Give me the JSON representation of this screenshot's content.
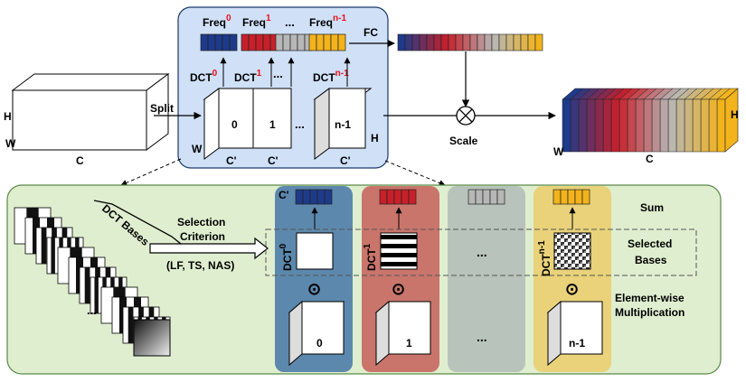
{
  "top": {
    "input_labels": {
      "height": "H",
      "width": "W",
      "channels": "C"
    },
    "split_label": "Split",
    "freq_labels": [
      {
        "base": "Freq",
        "sup": "0"
      },
      {
        "base": "Freq",
        "sup": "1"
      },
      {
        "base": "Freq",
        "sup": "n-1"
      }
    ],
    "freq_ellipsis": "...",
    "dct_labels": [
      {
        "base": "DCT",
        "sup": "0"
      },
      {
        "base": "DCT",
        "sup": "1"
      },
      {
        "base": "DCT",
        "sup": "n-1"
      }
    ],
    "dct_ellipsis": "...",
    "fc_label": "FC",
    "scale_label": "Scale",
    "split_cube_labels": [
      "0",
      "1",
      "n-1"
    ],
    "split_ellipsis": "...",
    "split_dims": {
      "width": "W",
      "height": "H",
      "channel_parts": [
        "C'",
        "C'",
        "C'"
      ]
    },
    "output_labels": {
      "height": "H",
      "width": "W",
      "channels": "C"
    }
  },
  "bottom": {
    "dct_bases_label": "DCT Bases",
    "selection_label_1": "Selection",
    "selection_label_2": "Criterion",
    "criteria": "(LF, TS, NAS)",
    "c_prime_label": "C'",
    "column_dct_labels": [
      {
        "base": "DCT",
        "sup": "0"
      },
      {
        "base": "DCT",
        "sup": "1"
      },
      {
        "base": "DCT",
        "sup": "n-1"
      }
    ],
    "column_ellipsis": "...",
    "cube_labels": [
      "0",
      "1",
      "n-1"
    ],
    "odot": "⊙",
    "sum_label": "Sum",
    "selected_bases": [
      "Selected",
      "Bases"
    ],
    "elementwise": [
      "Element-wise",
      "Multiplication"
    ]
  },
  "colors": {
    "top_panel": "#cfe0f7",
    "bottom_panel": "#dfeecf",
    "col_blue": "#5d88ad",
    "col_red": "#c9756b",
    "col_gray": "#b8c4bb",
    "col_yellow": "#e9d27a",
    "blue_seg": "#1e3a8a",
    "red_seg": "#c8202a",
    "gray_seg": "#b7b7b7",
    "yellow_seg": "#f2b31b"
  }
}
